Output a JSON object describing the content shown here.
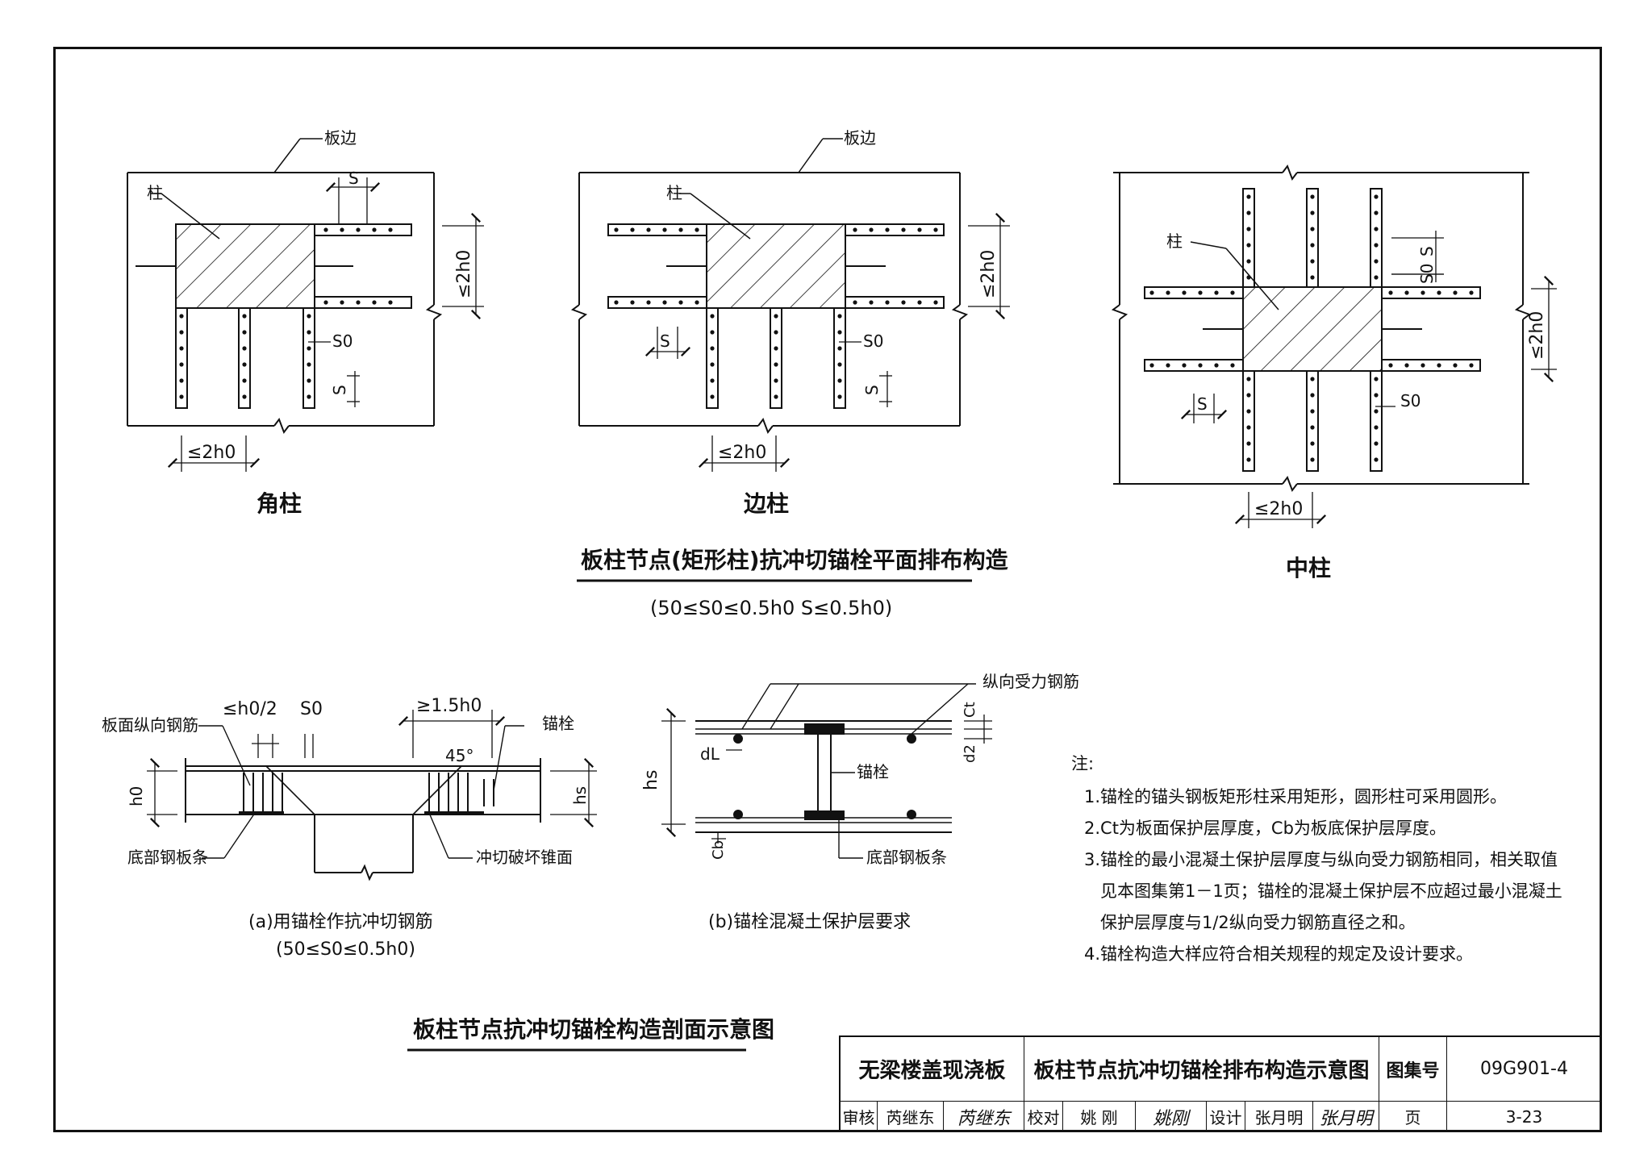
{
  "plan": {
    "corner": {
      "title": "角柱",
      "slab_edge": "板边",
      "column": "柱"
    },
    "edge": {
      "title": "边柱",
      "slab_edge": "板边",
      "column": "柱"
    },
    "center": {
      "title": "中柱",
      "column": "柱"
    },
    "dims": {
      "s": "S",
      "s0": "S0",
      "le2h0": "≤2h0"
    },
    "heading": "板柱节点(矩形柱)抗冲切锚栓平面排布构造",
    "range": "(50≤S0≤0.5h0    S≤0.5h0)"
  },
  "section_a": {
    "top_bar": "板面纵向钢筋",
    "bolt": "锚栓",
    "bottom_strip": "底部钢板条",
    "failure_cone": "冲切破坏锥面",
    "dim_h0_half": "≤h0/2",
    "dim_s0": "S0",
    "dim_15h0": "≥1.5h0",
    "angle": "45°",
    "h0": "h0",
    "hs": "hs",
    "caption": "(a)用锚栓作抗冲切钢筋",
    "caption_range": "(50≤S0≤0.5h0)"
  },
  "section_b": {
    "long_bar": "纵向受力钢筋",
    "bolt": "锚栓",
    "bottom_strip": "底部钢板条",
    "ct": "Ct",
    "cb": "Cb",
    "dl": "dL",
    "d2": "d2",
    "hs": "hs",
    "caption": "(b)锚栓混凝土保护层要求"
  },
  "section_heading": "板柱节点抗冲切锚栓构造剖面示意图",
  "notes": {
    "title": "注:",
    "items": [
      "1.锚栓的锚头钢板矩形柱采用矩形，圆形柱可采用圆形。",
      "2.Ct为板面保护层厚度，Cb为板底保护层厚度。",
      "3.锚栓的最小混凝土保护层厚度与纵向受力钢筋相同，相关取值",
      "见本图集第1－1页；锚栓的混凝土保护层不应超过最小混凝土",
      "保护层厚度与1/2纵向受力钢筋直径之和。",
      "4.锚栓构造大样应符合相关规程的规定及设计要求。"
    ]
  },
  "title_block": {
    "category": "无梁楼盖现浇板",
    "drawing_title": "板柱节点抗冲切锚栓排布构造示意图",
    "atlas_label": "图集号",
    "atlas_no": "09G901-4",
    "review_label": "审核",
    "reviewer": "芮继东",
    "reviewer_sig": "芮继东",
    "check_label": "校对",
    "checker": "姚 刚",
    "checker_sig": "姚刚",
    "design_label": "设计",
    "designer": "张月明",
    "designer_sig": "张月明",
    "page_label": "页",
    "page_no": "3-23"
  }
}
